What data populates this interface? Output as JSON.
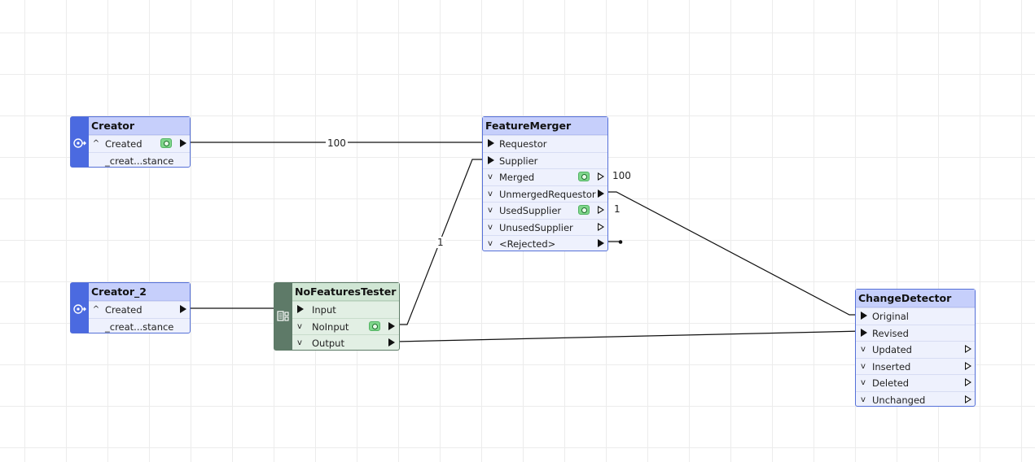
{
  "nodes": {
    "creator": {
      "title": "Creator",
      "outputs": [
        {
          "label": "Created"
        }
      ],
      "attributes": [
        {
          "label": "_creat...stance"
        }
      ]
    },
    "creator2": {
      "title": "Creator_2",
      "outputs": [
        {
          "label": "Created"
        }
      ],
      "attributes": [
        {
          "label": "_creat...stance"
        }
      ]
    },
    "tester": {
      "title": "NoFeaturesTester",
      "inputs": [
        {
          "label": "Input"
        }
      ],
      "outputs": [
        {
          "label": "NoInput"
        },
        {
          "label": "Output"
        }
      ]
    },
    "merger": {
      "title": "FeatureMerger",
      "inputs": [
        {
          "label": "Requestor"
        },
        {
          "label": "Supplier"
        }
      ],
      "outputs": [
        {
          "label": "Merged"
        },
        {
          "label": "UnmergedRequestor"
        },
        {
          "label": "UsedSupplier"
        },
        {
          "label": "UnusedSupplier"
        },
        {
          "label": "<Rejected>"
        }
      ]
    },
    "detector": {
      "title": "ChangeDetector",
      "inputs": [
        {
          "label": "Original"
        },
        {
          "label": "Revised"
        }
      ],
      "outputs": [
        {
          "label": "Updated"
        },
        {
          "label": "Inserted"
        },
        {
          "label": "Deleted"
        },
        {
          "label": "Unchanged"
        }
      ]
    }
  },
  "counts": {
    "creator_to_requestor": "100",
    "tester_to_supplier": "1",
    "merged": "100",
    "used_supplier": "1"
  },
  "colors": {
    "transformer_header": "#c6cffb",
    "transformer_sidebar": "#4b6ae0",
    "tester_header": "#d0e6d4",
    "tester_sidebar": "#5e7a68",
    "inspect_eye": "#7fd68b",
    "connection": "#111111"
  },
  "icons": {
    "creator": "creator-icon",
    "tester": "tester-icon",
    "inspect": "eye-icon"
  }
}
